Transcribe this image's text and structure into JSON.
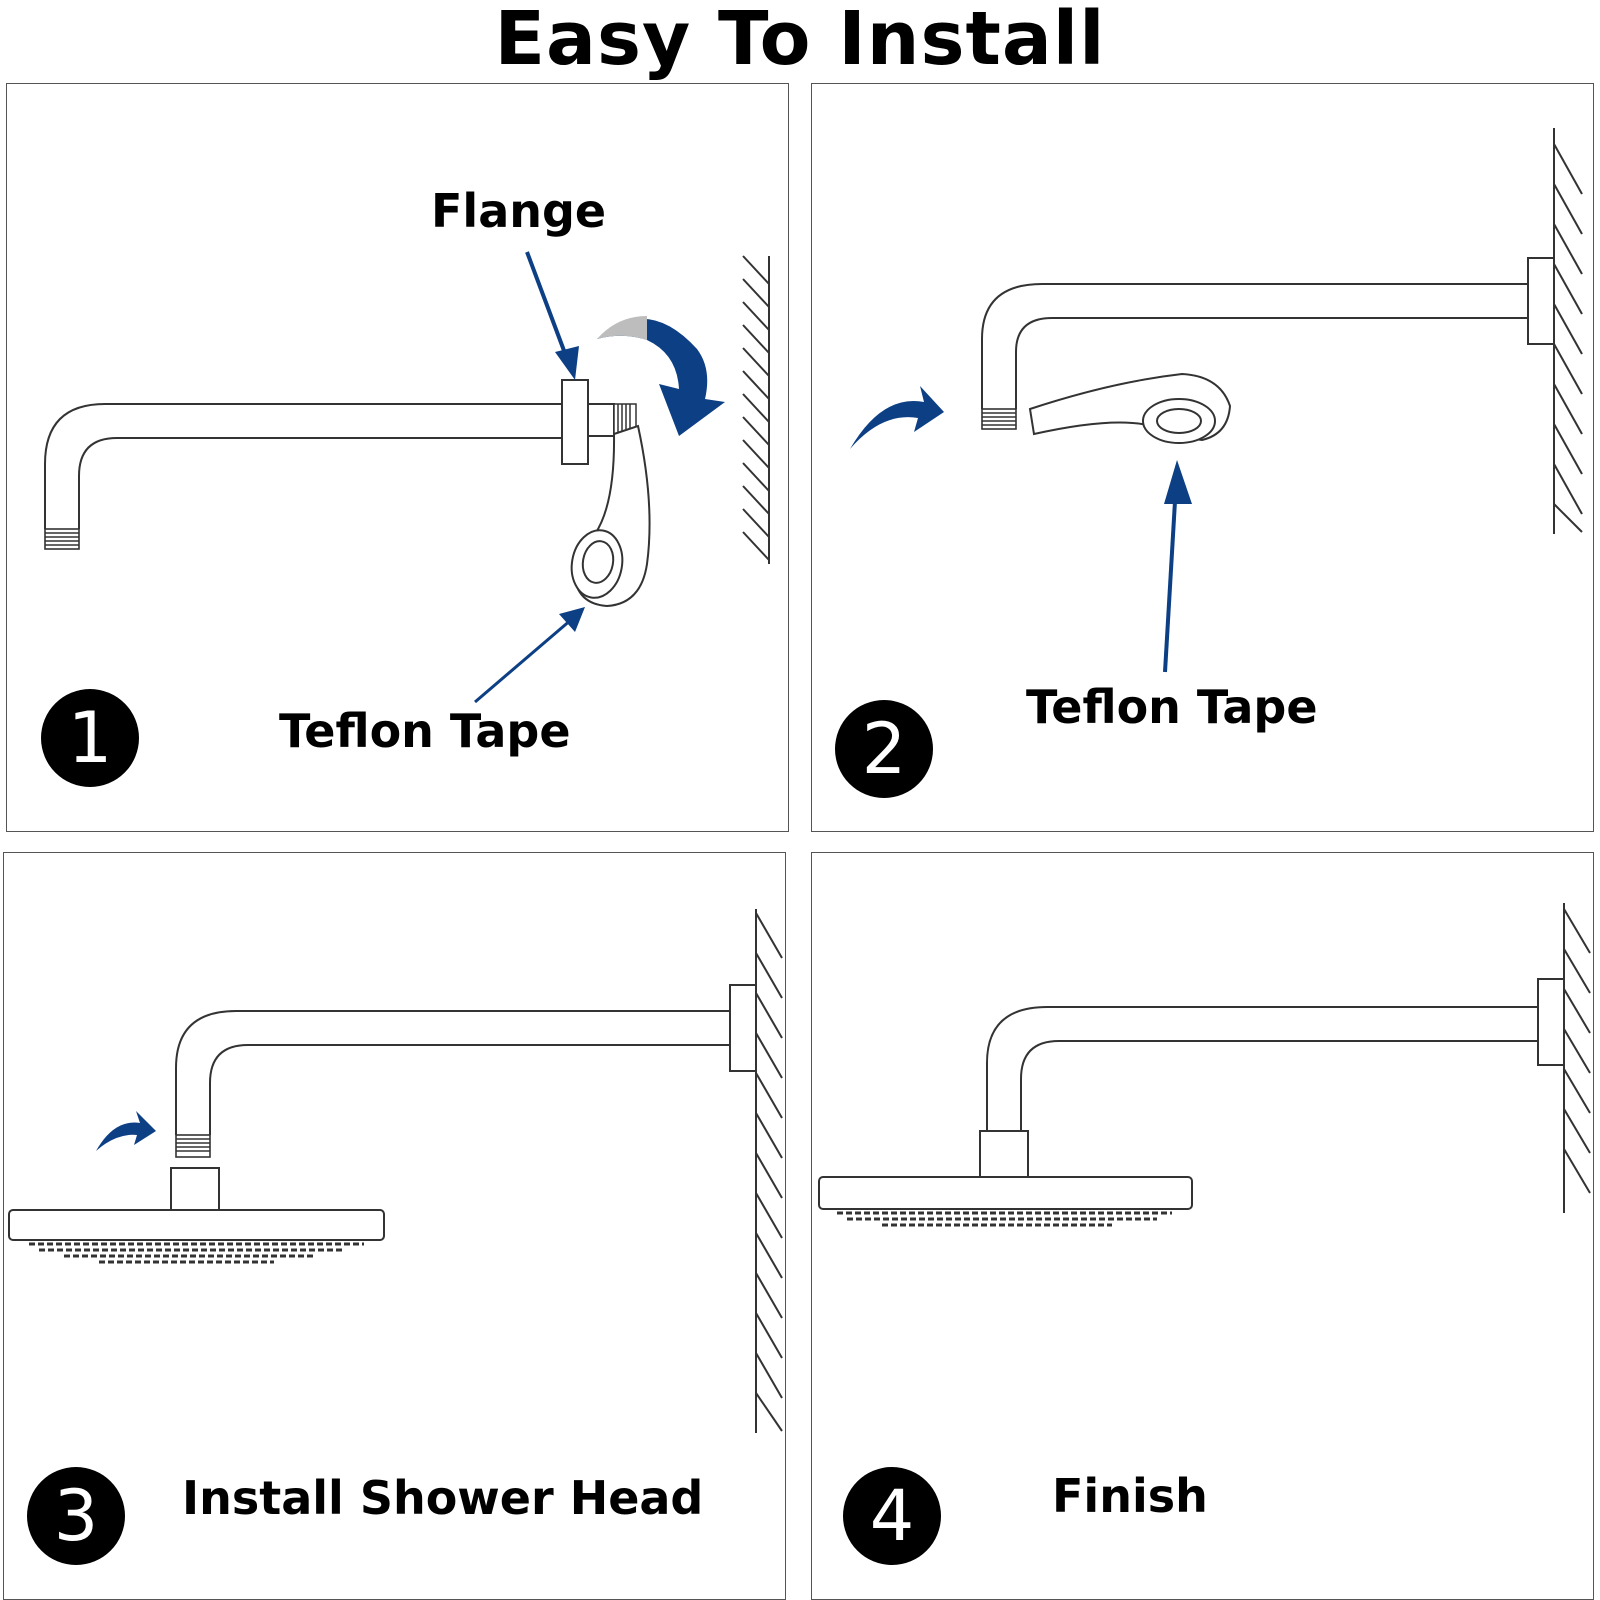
{
  "title": "Easy To Install",
  "steps": [
    {
      "number": "1",
      "labels": {
        "flange": "Flange",
        "tape": "Teflon Tape"
      }
    },
    {
      "number": "2",
      "labels": {
        "tape": "Teflon Tape"
      }
    },
    {
      "number": "3",
      "labels": {
        "caption": "Install Shower Head"
      }
    },
    {
      "number": "4",
      "labels": {
        "caption": "Finish"
      }
    }
  ],
  "colors": {
    "arrow": "#0d3f85",
    "line": "#333333",
    "badge": "#000000"
  }
}
